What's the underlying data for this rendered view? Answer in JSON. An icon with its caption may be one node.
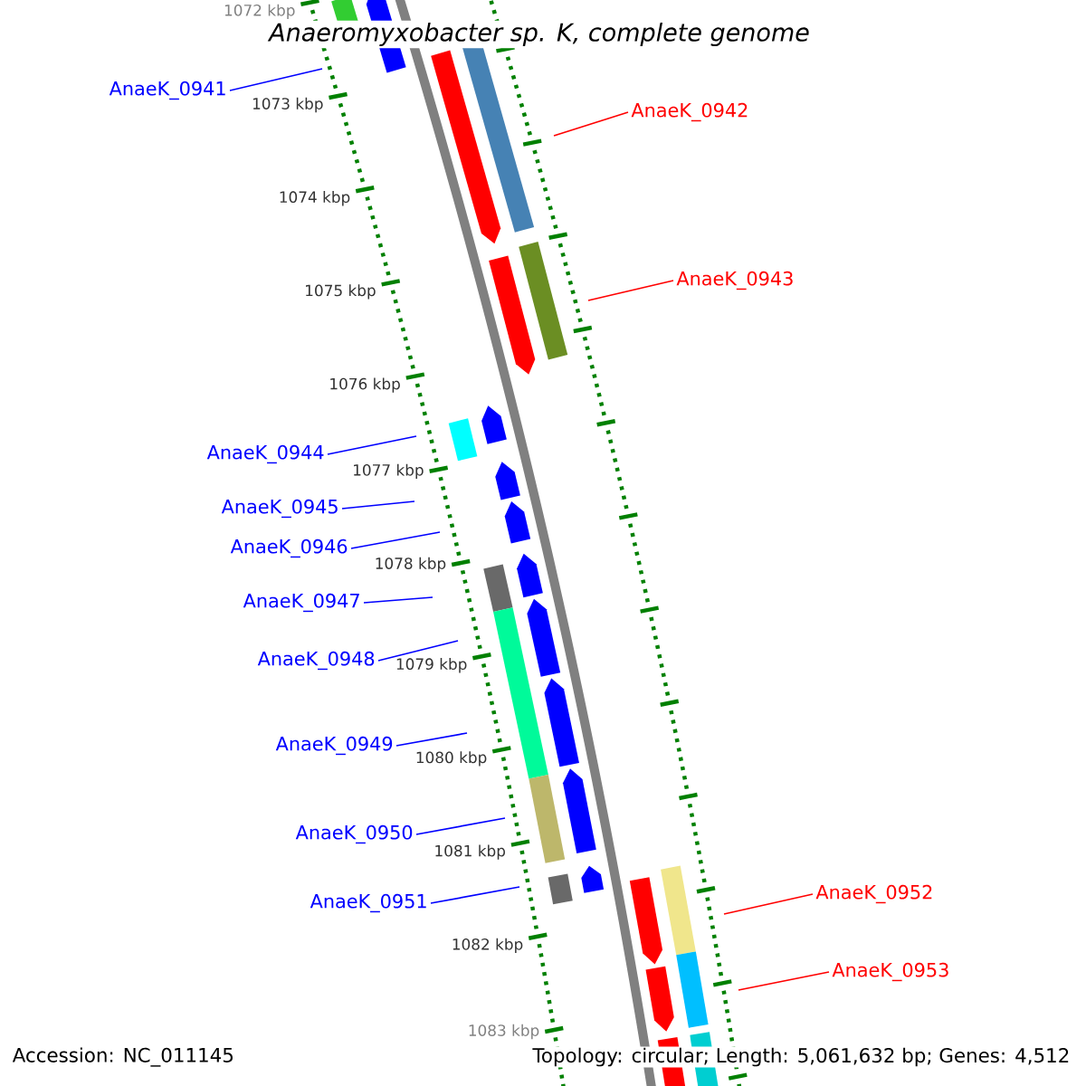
{
  "diagram": {
    "title": "Anaeromyxobacter sp. K, complete genome",
    "nodes": [
      {
        "text": [
          "AnaeK_0941"
        ]
      },
      {
        "text": [
          "AnaeK_0942"
        ]
      },
      {
        "text": [
          "AnaeK_0943"
        ]
      },
      {
        "text": [
          "AnaeK_0944"
        ]
      },
      {
        "text": [
          "AnaeK_0945"
        ]
      },
      {
        "text": [
          "AnaeK_0946"
        ]
      },
      {
        "text": [
          "AnaeK_0947"
        ]
      },
      {
        "text": [
          "AnaeK_0948"
        ]
      },
      {
        "text": [
          "AnaeK_0949"
        ]
      },
      {
        "text": [
          "AnaeK_0950"
        ]
      },
      {
        "text": [
          "AnaeK_0951"
        ]
      },
      {
        "text": [
          "AnaeK_0952"
        ]
      },
      {
        "text": [
          "AnaeK_0953"
        ]
      }
    ],
    "edges": [
      {
        "from": 0,
        "to": null,
        "arrow": "none"
      },
      {
        "from": 1,
        "to": null,
        "arrow": "none",
        "color": "#ff0000"
      },
      {
        "from": 2,
        "to": null,
        "arrow": "none",
        "color": "#ff0000"
      },
      {
        "from": 3,
        "to": null,
        "arrow": "none"
      },
      {
        "from": 4,
        "to": null,
        "arrow": "none"
      },
      {
        "from": 5,
        "to": null,
        "arrow": "none"
      },
      {
        "from": 6,
        "to": null,
        "arrow": "none"
      },
      {
        "from": 7,
        "to": null,
        "arrow": "none"
      },
      {
        "from": 8,
        "to": null,
        "arrow": "none"
      },
      {
        "from": 9,
        "to": null,
        "arrow": "none"
      },
      {
        "from": 10,
        "to": null,
        "arrow": "none"
      },
      {
        "from": 11,
        "to": null,
        "arrow": "none",
        "color": "#ff0000"
      },
      {
        "from": 12,
        "to": null,
        "arrow": "none",
        "color": "#ff0000"
      }
    ],
    "labels": [
      "1072 kbp",
      "1073 kbp",
      "1074 kbp",
      "1075 kbp",
      "1076 kbp",
      "1077 kbp",
      "1078 kbp",
      "1079 kbp",
      "1080 kbp",
      "1081 kbp",
      "1082 kbp",
      "1083 kbp",
      "Accession: NC_011145",
      "Topology: circular; Length: 5,061,632 bp; Genes: 4,512"
    ]
  }
}
